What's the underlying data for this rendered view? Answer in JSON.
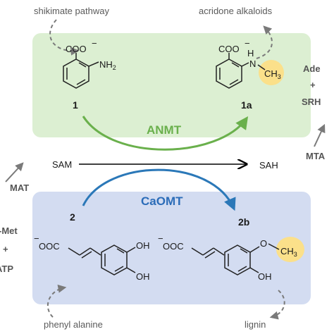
{
  "labels": {
    "shikimate": "shikimate pathway",
    "acridone": "acridone alkaloids",
    "phenyl": "phenyl alanine",
    "lignin": "lignin"
  },
  "compounds": {
    "c1": "1",
    "c1a": "1a",
    "c2": "2",
    "c2b": "2b"
  },
  "chem": {
    "coo": "COO",
    "minus": "−",
    "nh2": "NH",
    "nh2_sub": "2",
    "n": "N",
    "h": "H",
    "ch3": "CH",
    "ch3_sub": "3",
    "ooc": "OOC",
    "ooc2": "OOC",
    "oh1": "OH",
    "oh2": "OH",
    "oh3": "OH",
    "o": "O"
  },
  "enzymes": {
    "anmt": "ANMT",
    "caomt": "CaOMT"
  },
  "cofactors": {
    "sam": "SAM",
    "sah": "SAH",
    "ade": "Ade",
    "plus1": "+",
    "srh": "SRH",
    "mta": "MTA",
    "mat": "MAT",
    "met": "-Met",
    "plus2": "+",
    "atp": "ATP"
  },
  "colors": {
    "green_panel": "#dcefd2",
    "blue_panel": "#d3dcf1",
    "green_arrow": "#6ab04c",
    "blue_arrow": "#2b78b8",
    "anmt_text": "#6ab04c",
    "caomt_text": "#2b6cb8",
    "methyl_highlight": "#fbe08a"
  }
}
